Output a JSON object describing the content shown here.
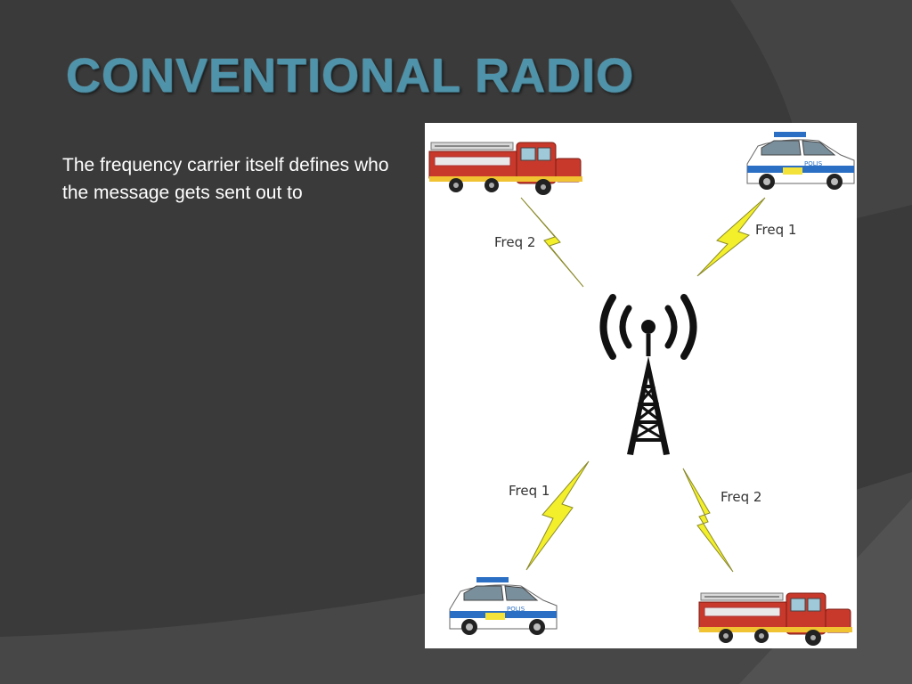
{
  "slide": {
    "title": "CONVENTIONAL RADIO",
    "body": "The frequency carrier itself defines who the message gets sent out to"
  },
  "diagram": {
    "vehicles": [
      {
        "type": "fire-truck",
        "position": "top-left"
      },
      {
        "type": "police-car",
        "position": "top-right",
        "label": "POLIS"
      },
      {
        "type": "police-car",
        "position": "bottom-left",
        "label": "POLIS"
      },
      {
        "type": "fire-truck",
        "position": "bottom-right"
      }
    ],
    "links": [
      {
        "label": "Freq 2",
        "position": "top-left"
      },
      {
        "label": "Freq 1",
        "position": "top-right"
      },
      {
        "label": "Freq 1",
        "position": "bottom-left"
      },
      {
        "label": "Freq 2",
        "position": "bottom-right"
      }
    ]
  },
  "colors": {
    "background": "#3a3a3a",
    "title": "#4f93aa",
    "lightning": "#f3ef2a",
    "fire_truck": "#c8392b",
    "police_blue": "#2a6fc4"
  }
}
